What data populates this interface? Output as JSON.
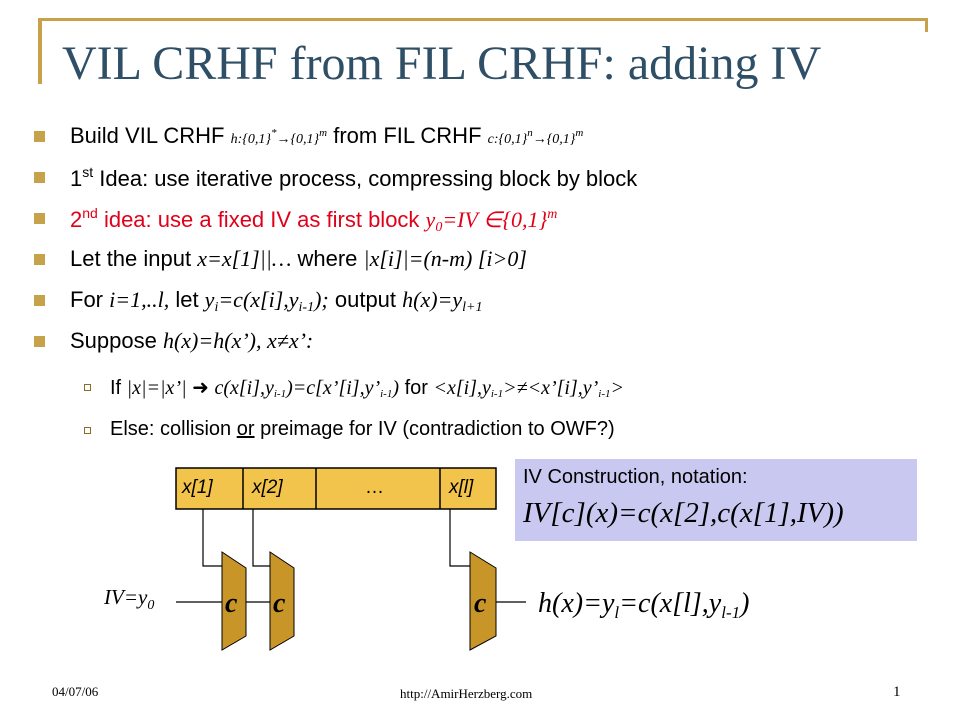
{
  "title": "VIL CRHF from FIL CRHF: adding IV",
  "bullets": {
    "b1": {
      "pre": "Build VIL CRHF ",
      "h_sig": "h:{0,1}",
      "star": "*",
      "arr": "→{0,1}",
      "m": "m",
      "mid": " from FIL CRHF ",
      "c_sig": "c:{0,1}",
      "n": "n",
      "arr2": "→{0,1}",
      "m2": "m"
    },
    "b2": {
      "num": "1",
      "ord": "st",
      "text": " Idea: use iterative process, compressing block by block"
    },
    "b3": {
      "num": "2",
      "ord": "nd",
      "text": " idea: use a fixed IV as first block ",
      "y": "y",
      "y_sub": "0",
      "eq": "=IV ∈{0,1}",
      "m": "m"
    },
    "b4": {
      "pre": "Let the input ",
      "x": "x=x[1]||…",
      "mid": " where ",
      "cond": "|x[i]|=(n-m) [i>0]"
    },
    "b5": {
      "pre": "For ",
      "range": "i=1,..l,",
      "mid": " let ",
      "y": "y",
      "y_sub": "i",
      "eq": "=c(x[i],y",
      "i1": "i-1",
      "close": ");",
      "out": " output ",
      "h": "h(x)=y",
      "l1": "l+1"
    },
    "b6": {
      "pre": "Suppose ",
      "cond": "h(x)=h(x’), x≠x’:"
    },
    "s1": {
      "pre": "If ",
      "cond": "|x|=|x’|",
      "arrow": " ➜ ",
      "c1": "c(x[i],y",
      "i1": "i-1",
      "c2": ")=c[x’[i],y’",
      "i2": "i-1",
      "c3": ")",
      "for": "  for ",
      "p1": "<x[i],y",
      "i3": "i-1",
      "p2": ">≠<x’[i],y’",
      "i4": "i-1",
      "p3": ">"
    },
    "s2": {
      "pre": "Else: collision ",
      "or": "or",
      "post": " preimage for IV (contradiction to OWF?)"
    }
  },
  "diagram": {
    "blocks": [
      "x[1]",
      "x[2]",
      "…",
      "x[l]"
    ],
    "c_label": "c",
    "iv": "IV=y",
    "iv_sub": "0",
    "output": "h(x)=y",
    "output_sub": "l",
    "output_mid": "=c(x[l],y",
    "output_sub2": "l-1",
    "output_close": ")"
  },
  "notation": {
    "line1": "IV Construction, notation:",
    "line2": "IV[c](x)=c(x[2],c(x[1],IV))"
  },
  "footer": {
    "date": "04/07/06",
    "url": "http://AmirHerzberg.com",
    "page": "1"
  },
  "colors": {
    "title": "#2f4f66",
    "accent": "#c8a24a",
    "highlight": "#e0001a",
    "notation_bg": "#c8c8f0",
    "block_fill": "#f2c44b",
    "c_fill": "#c89628"
  }
}
